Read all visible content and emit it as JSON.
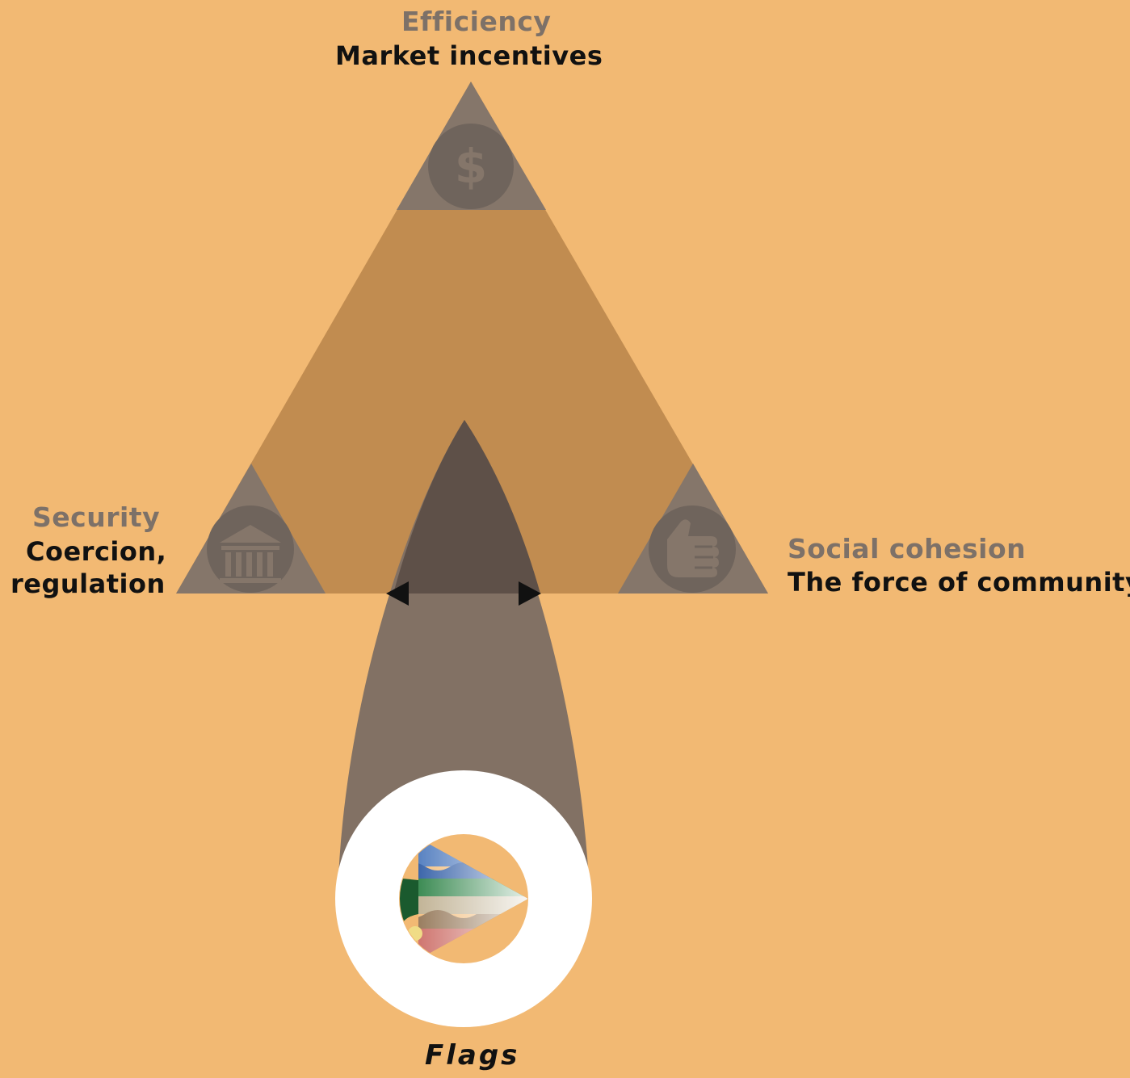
{
  "top": {
    "category": "Efficiency",
    "description": "Market incentives",
    "icon": "dollar-icon"
  },
  "left": {
    "category": "Security",
    "description_line1": "Coercion,",
    "description_line2": "regulation",
    "icon": "government-building-icon"
  },
  "right": {
    "category": "Social cohesion",
    "description": "The force of community",
    "icon": "hand-icon"
  },
  "bottom": {
    "label": "Flags",
    "icon": "flags-emblem-icon"
  },
  "colors": {
    "background": "#f2b973",
    "triangle": "#c18c50",
    "corner": "#85766a",
    "corner_circle": "#6f645c",
    "cone": "#827164",
    "cone_tip": "#5e5048",
    "ring": "#ffffff",
    "category_text": "#7d7168",
    "description_text": "#111111"
  }
}
